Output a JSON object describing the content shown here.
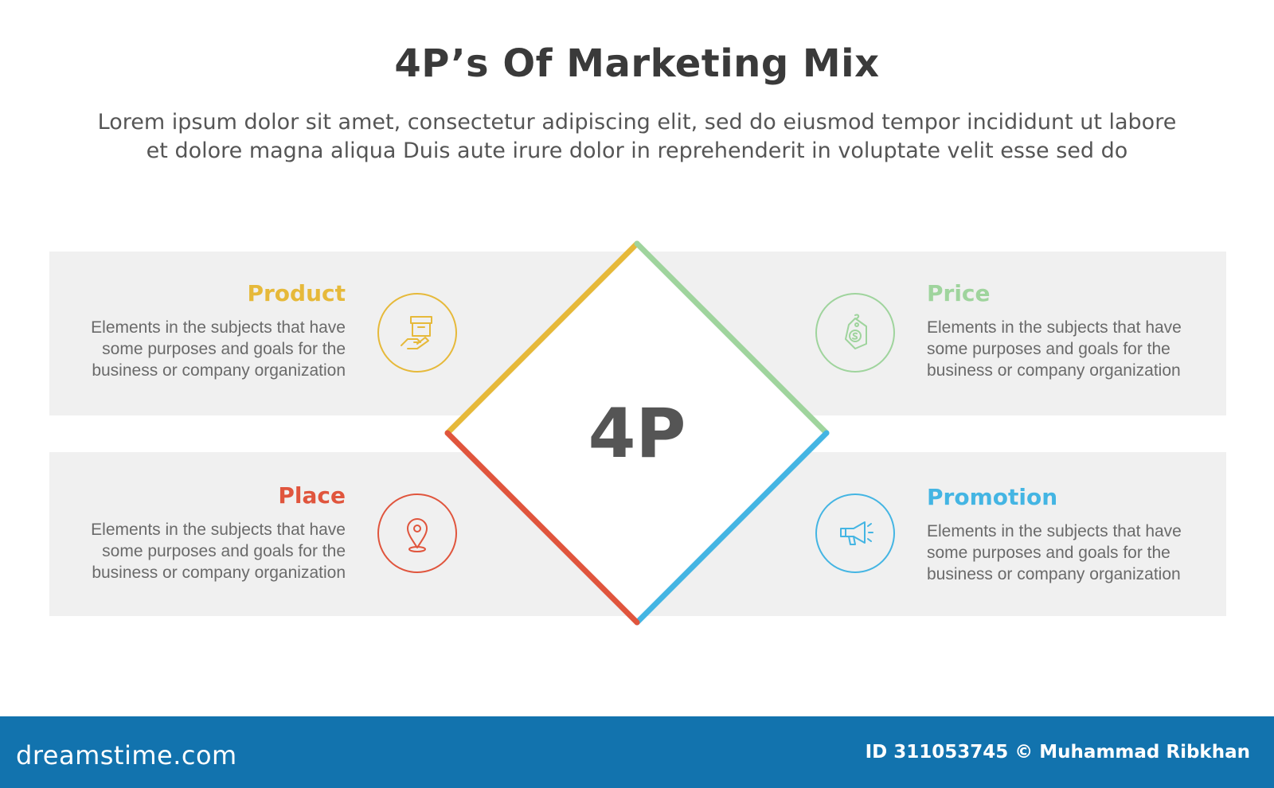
{
  "header": {
    "title": "4P’s Of Marketing Mix",
    "subtitle_line1": "Lorem ipsum dolor sit amet, consectetur adipiscing elit, sed do eiusmod tempor incididunt ut labore",
    "subtitle_line2": "et dolore magna aliqua Duis aute irure dolor in reprehenderit in voluptate velit esse sed do"
  },
  "center": {
    "label": "4P"
  },
  "items": [
    {
      "title": "Product",
      "description": "Elements in the subjects that have some purposes and goals for the business or company organization",
      "color": "#e6b93a",
      "icon": "box-in-hand-icon"
    },
    {
      "title": "Price",
      "description": "Elements in the subjects that have some purposes and goals for the business or company organization",
      "color": "#9fd49d",
      "icon": "price-tag-icon"
    },
    {
      "title": "Place",
      "description": "Elements in the subjects that have some purposes and goals for the business or company organization",
      "color": "#e0553d",
      "icon": "location-pin-icon"
    },
    {
      "title": "Promotion",
      "description": "Elements in the subjects that have some purposes and goals for the business or company organization",
      "color": "#44b5e3",
      "icon": "megaphone-icon"
    }
  ],
  "footer": {
    "site": "dreamstime.com",
    "credit": "ID 311053745 © Muhammad Ribkhan"
  }
}
